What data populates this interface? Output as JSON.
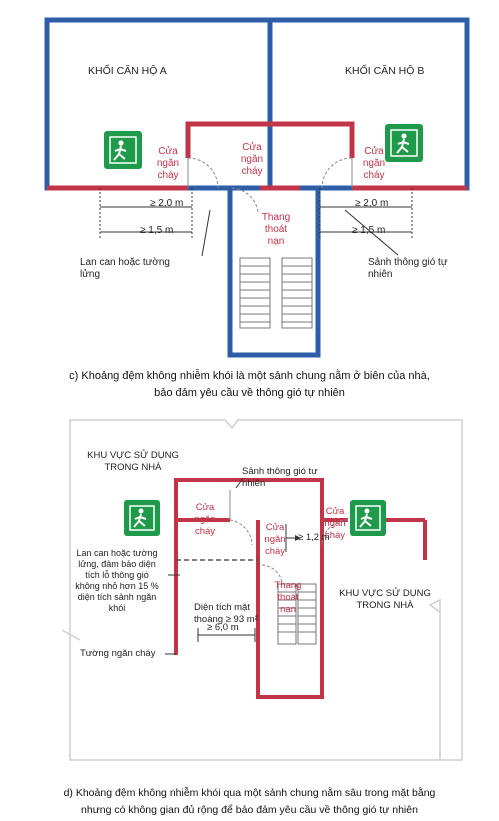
{
  "diagram_c": {
    "block_a": "KHỐI CĂN HỘ A",
    "block_b": "KHỐI CĂN HỘ B",
    "fire_door_left": "Cửa\nngăn\ncháy",
    "fire_door_center": "Cửa\nngăn\ncháy",
    "fire_door_right": "Cửa\nngăn\ncháy",
    "stair": "Thang\nthoát\nnạn",
    "dim_left_1": "≥ 2,0 m",
    "dim_left_2": "≥ 1,5 m",
    "dim_right_1": "≥ 2,0 m",
    "dim_right_2": "≥ 1,5 m",
    "railing": "Lan can hoặc tường\nlửng",
    "lobby": "Sảnh thông gió tự\nnhiên",
    "caption": "c) Khoảng đệm không nhiễm khói là một sảnh chung nằm ở biên của nhà,\nbảo đảm yêu cầu về thông gió tự nhiên"
  },
  "diagram_d": {
    "use_area_left": "KHU VỰC SỬ DỤNG\nTRONG NHÀ",
    "use_area_right": "KHU VỰC SỬ DỤNG\nTRONG NHÀ",
    "lobby": "Sảnh thông gió tự\nnhiên",
    "fire_door_left": "Cửa\nngăn\ncháy",
    "fire_door_center": "Cửa\nngăn\ncháy",
    "fire_door_right": "Cửa\nngăn\ncháy",
    "dim_door": "≥ 1,2 m",
    "stair": "Thang\nthoát\nnạn",
    "railing": "Lan can hoặc tường\nlửng, đảm bảo diện\ntích lỗ thông gió\nkhông nhỏ hơn 15 %\ndiện tích sảnh ngăn\nkhói",
    "area": "Diện tích mặt\nthoáng ≥ 93 m²",
    "dim_width": "≥ 6,0 m",
    "fire_wall": "Tường ngăn cháy",
    "caption": "d) Khoảng đệm không nhiễm khói qua một sảnh chung nằm sâu trong mặt bằng\nnhưng có không gian đủ rộng để bảo đảm yêu cầu về thông gió tự nhiên"
  },
  "colors": {
    "blue": "#2f5ea8",
    "red": "#c23448",
    "green": "#1f9a4a"
  }
}
